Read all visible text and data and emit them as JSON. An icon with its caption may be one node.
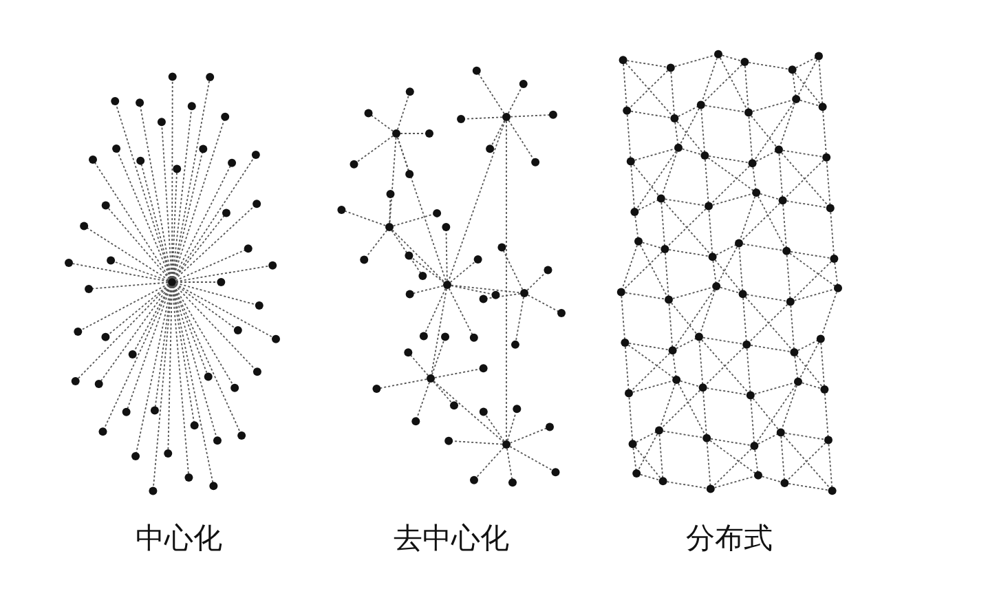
{
  "diagram": {
    "nodes": [
      {
        "text": [],
        "shape": "picture",
        "beside": [
          "中心化"
        ]
      },
      {
        "text": [],
        "shape": "picture",
        "beside": [
          "去中心化"
        ]
      },
      {
        "text": [],
        "shape": "picture",
        "beside": [
          "分布式"
        ]
      }
    ]
  }
}
